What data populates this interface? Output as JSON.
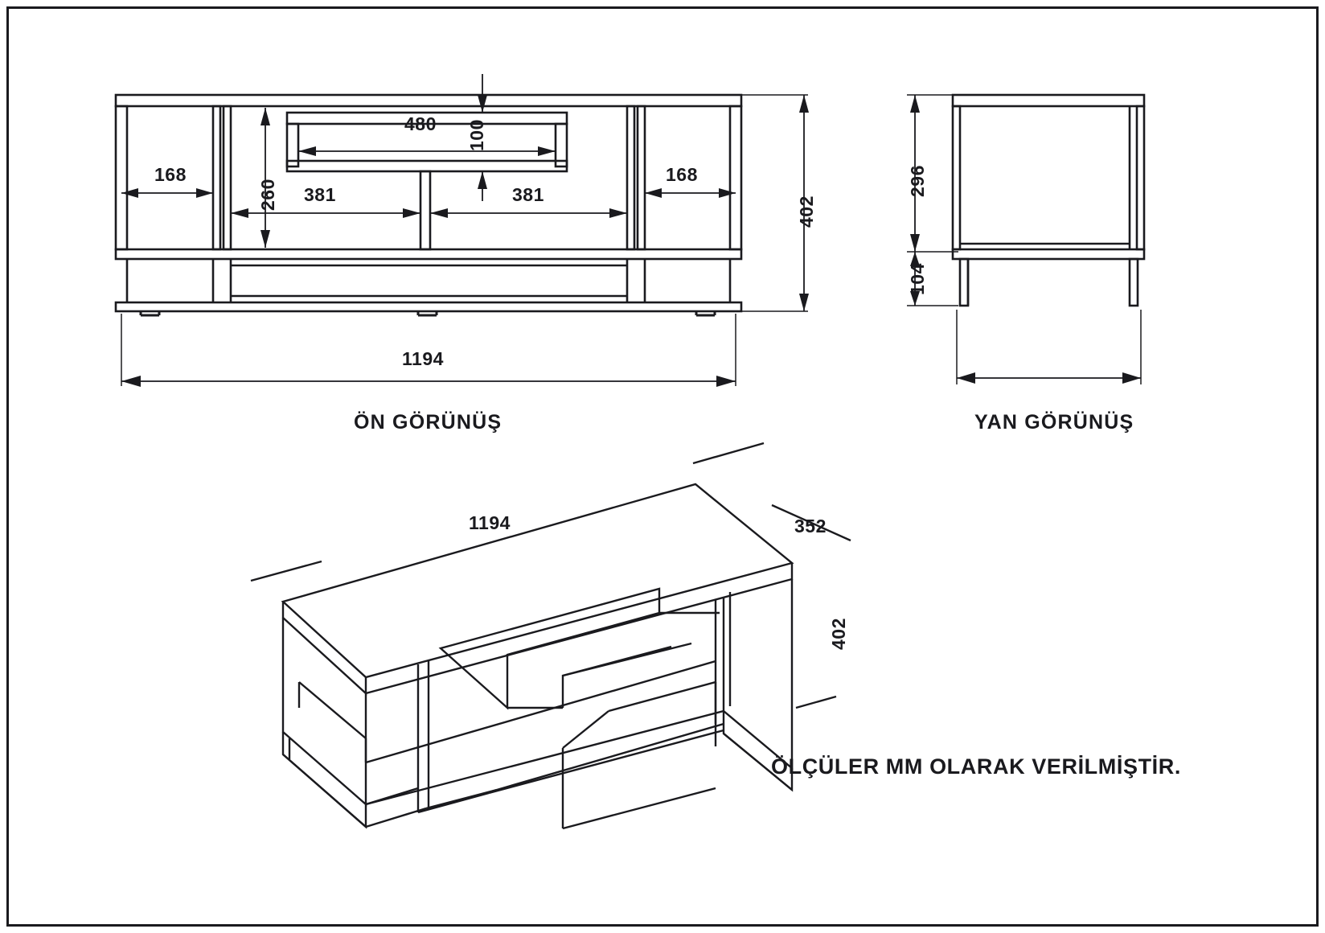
{
  "drawing": {
    "units_note": "ÖLÇÜLER MM OLARAK VERİLMİŞTİR.",
    "views": {
      "front": {
        "title": "ÖN GÖRÜNÜŞ",
        "dimensions": {
          "left_compartment_width": "168",
          "right_compartment_width": "168",
          "upper_shelf_height": "260",
          "center_opening_width": "480",
          "center_opening_height": "100",
          "mid_left_bay_width": "381",
          "mid_right_bay_width": "381",
          "total_height": "402",
          "total_width": "1194"
        }
      },
      "side": {
        "title": "YAN GÖRÜNÜŞ",
        "dimensions": {
          "body_height": "296",
          "leg_height": "104"
        }
      },
      "iso": {
        "dimensions": {
          "length": "1194",
          "depth": "352",
          "height": "402"
        }
      }
    },
    "colors": {
      "line": "#1a1a1e",
      "background": "#ffffff"
    }
  }
}
